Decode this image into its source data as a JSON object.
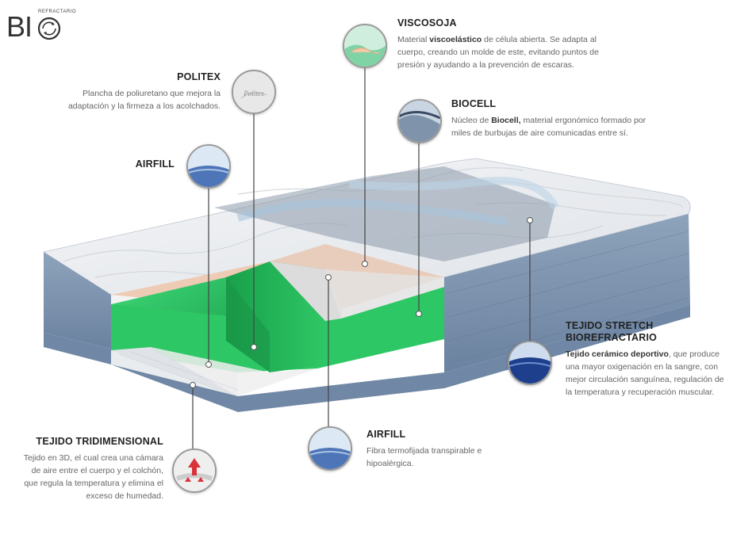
{
  "logo": {
    "text": "BI",
    "ring_text": "REFRACTARIO"
  },
  "labels": {
    "viscosoja": {
      "title": "VISCOSOJA",
      "desc_parts": [
        "Material ",
        "viscoelástico",
        " de célula abierta. Se adapta al cuerpo, creando un molde de este, evitando puntos de presión y ayudando a la prevención de escaras."
      ]
    },
    "politex": {
      "title": "POLITEX",
      "desc": "Plancha de poliuretano que mejora la adaptación y la firmeza a los acolchados."
    },
    "biocell": {
      "title": "BIOCELL",
      "desc_parts": [
        "Núcleo de ",
        "Biocell,",
        " material ergonómico formado por miles de burbujas de aire comunicadas entre sí."
      ]
    },
    "airfill_top": {
      "title": "AIRFILL"
    },
    "tejido_stretch": {
      "title_line1": "TEJIDO STRETCH",
      "title_line2": "BIOREFRACTARIO",
      "desc_parts": [
        "Tejido cerámico deportivo",
        ", que produce una mayor oxigenación en la sangre, con mejor circulación sanguínea, regulación de la temperatura y recuperación muscular."
      ]
    },
    "tejido_tridimensional": {
      "title": "TEJIDO TRIDIMENSIONAL",
      "desc": "Tejido en 3D, el cual crea una cámara de aire entre el cuerpo y el colchón, que regula la temperatura y elimina el exceso de humedad."
    },
    "airfill_bottom": {
      "title": "AIRFILL",
      "desc": "Fibra termofijada transpirable e hipoalérgica."
    }
  },
  "colors": {
    "foam_green": "#2ec765",
    "mattress_blue": "#7d93ad",
    "quilt_white": "#eef0f2",
    "peach_layer": "#eec9b1"
  }
}
